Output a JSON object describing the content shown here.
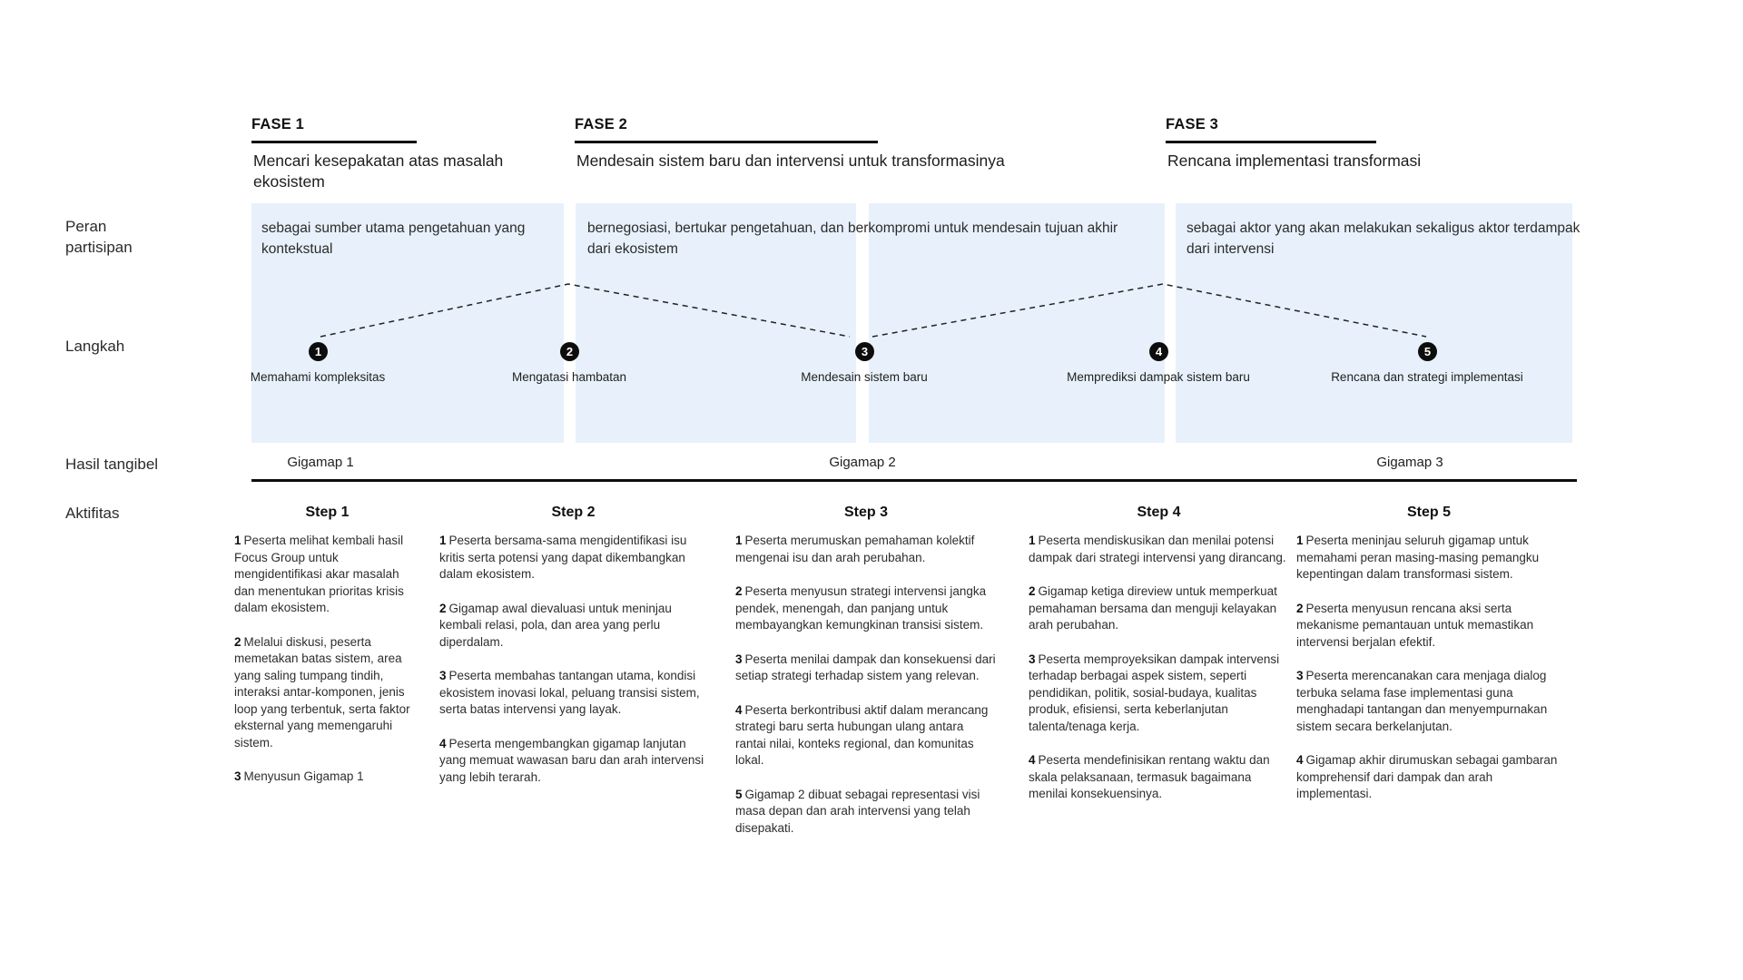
{
  "row_labels": {
    "role": "Peran partisipan",
    "steps": "Langkah",
    "output": "Hasil tangibel",
    "activities": "Aktifitas"
  },
  "phases": [
    {
      "label": "FASE 1",
      "subtitle": "Mencari kesepakatan atas masalah ekosistem"
    },
    {
      "label": "FASE 2",
      "subtitle": "Mendesain sistem baru dan intervensi untuk transformasinya"
    },
    {
      "label": "FASE 3",
      "subtitle": "Rencana implementasi transformasi"
    }
  ],
  "roles": [
    "sebagai sumber utama pengetahuan yang kontekstual",
    "bernegosiasi, bertukar pengetahuan, dan berkompromi untuk mendesain tujuan akhir dari ekosistem",
    "sebagai aktor yang akan melakukan sekaligus aktor terdampak dari intervensi"
  ],
  "langkah_steps": [
    {
      "num": "1",
      "label": "Memahami kompleksitas"
    },
    {
      "num": "2",
      "label": "Mengatasi hambatan"
    },
    {
      "num": "3",
      "label": "Mendesain sistem baru"
    },
    {
      "num": "4",
      "label": "Memprediksi dampak sistem baru"
    },
    {
      "num": "5",
      "label": "Rencana dan strategi implementasi"
    }
  ],
  "outputs": [
    "Gigamap 1",
    "Gigamap 2",
    "Gigamap 3"
  ],
  "activities": [
    {
      "title": "Step 1",
      "items": [
        {
          "num": "1",
          "text": "Peserta melihat kembali hasil Focus Group untuk mengidentifikasi akar masalah dan menentukan prioritas krisis dalam ekosistem."
        },
        {
          "num": "2",
          "text": "Melalui diskusi, peserta memetakan batas sistem, area yang saling tumpang tindih, interaksi antar-komponen, jenis loop yang terbentuk, serta faktor eksternal yang memengaruhi sistem."
        },
        {
          "num": "3",
          "text": "Menyusun Gigamap 1"
        }
      ]
    },
    {
      "title": "Step 2",
      "items": [
        {
          "num": "1",
          "text": "Peserta bersama-sama mengidentifikasi isu kritis serta potensi yang dapat dikembangkan dalam ekosistem."
        },
        {
          "num": "2",
          "text": "Gigamap awal dievaluasi untuk meninjau kembali relasi, pola, dan area yang perlu diperdalam."
        },
        {
          "num": "3",
          "text": "Peserta membahas tantangan utama, kondisi ekosistem inovasi lokal, peluang transisi sistem, serta batas intervensi yang layak."
        },
        {
          "num": "4",
          "text": "Peserta mengembangkan gigamap lanjutan yang memuat wawasan baru dan arah intervensi yang lebih terarah."
        }
      ]
    },
    {
      "title": "Step 3",
      "items": [
        {
          "num": "1",
          "text": "Peserta merumuskan pemahaman kolektif mengenai isu dan arah perubahan."
        },
        {
          "num": "2",
          "text": "Peserta menyusun strategi intervensi jangka pendek, menengah, dan panjang untuk membayangkan kemungkinan transisi sistem."
        },
        {
          "num": "3",
          "text": "Peserta menilai dampak dan konsekuensi dari setiap strategi terhadap sistem yang relevan."
        },
        {
          "num": "4",
          "text": "Peserta berkontribusi aktif dalam merancang strategi baru serta hubungan ulang antara rantai nilai, konteks regional, dan komunitas lokal."
        },
        {
          "num": "5",
          "text": "Gigamap 2 dibuat sebagai representasi visi masa depan dan arah intervensi yang telah disepakati."
        }
      ]
    },
    {
      "title": "Step 4",
      "items": [
        {
          "num": "1",
          "text": "Peserta mendiskusikan dan menilai potensi dampak dari strategi intervensi yang dirancang."
        },
        {
          "num": "2",
          "text": "Gigamap ketiga direview untuk memperkuat pemahaman bersama dan menguji kelayakan arah perubahan."
        },
        {
          "num": "3",
          "text": "Peserta memproyeksikan dampak intervensi terhadap berbagai aspek sistem, seperti pendidikan, politik, sosial-budaya, kualitas produk, efisiensi, serta keberlanjutan talenta/tenaga kerja."
        },
        {
          "num": "4",
          "text": "Peserta mendefinisikan rentang waktu dan skala pelaksanaan, termasuk bagaimana menilai konsekuensinya."
        }
      ]
    },
    {
      "title": "Step 5",
      "items": [
        {
          "num": "1",
          "text": "Peserta meninjau seluruh gigamap untuk memahami peran masing-masing pemangku kepentingan dalam transformasi sistem."
        },
        {
          "num": "2",
          "text": "Peserta menyusun rencana aksi serta mekanisme pemantauan untuk memastikan intervensi berjalan efektif."
        },
        {
          "num": "3",
          "text": "Peserta merencanakan cara menjaga dialog terbuka selama fase implementasi guna menghadapi tantangan dan menyempurnakan sistem secara berkelanjutan."
        },
        {
          "num": "4",
          "text": "Gigamap akhir dirumuskan sebagai gambaran komprehensif dari dampak dan arah implementasi."
        }
      ]
    }
  ],
  "colors": {
    "role_box_bg": "#e8f1fb",
    "line": "#111111",
    "circle_bg": "#0d0d0d"
  }
}
